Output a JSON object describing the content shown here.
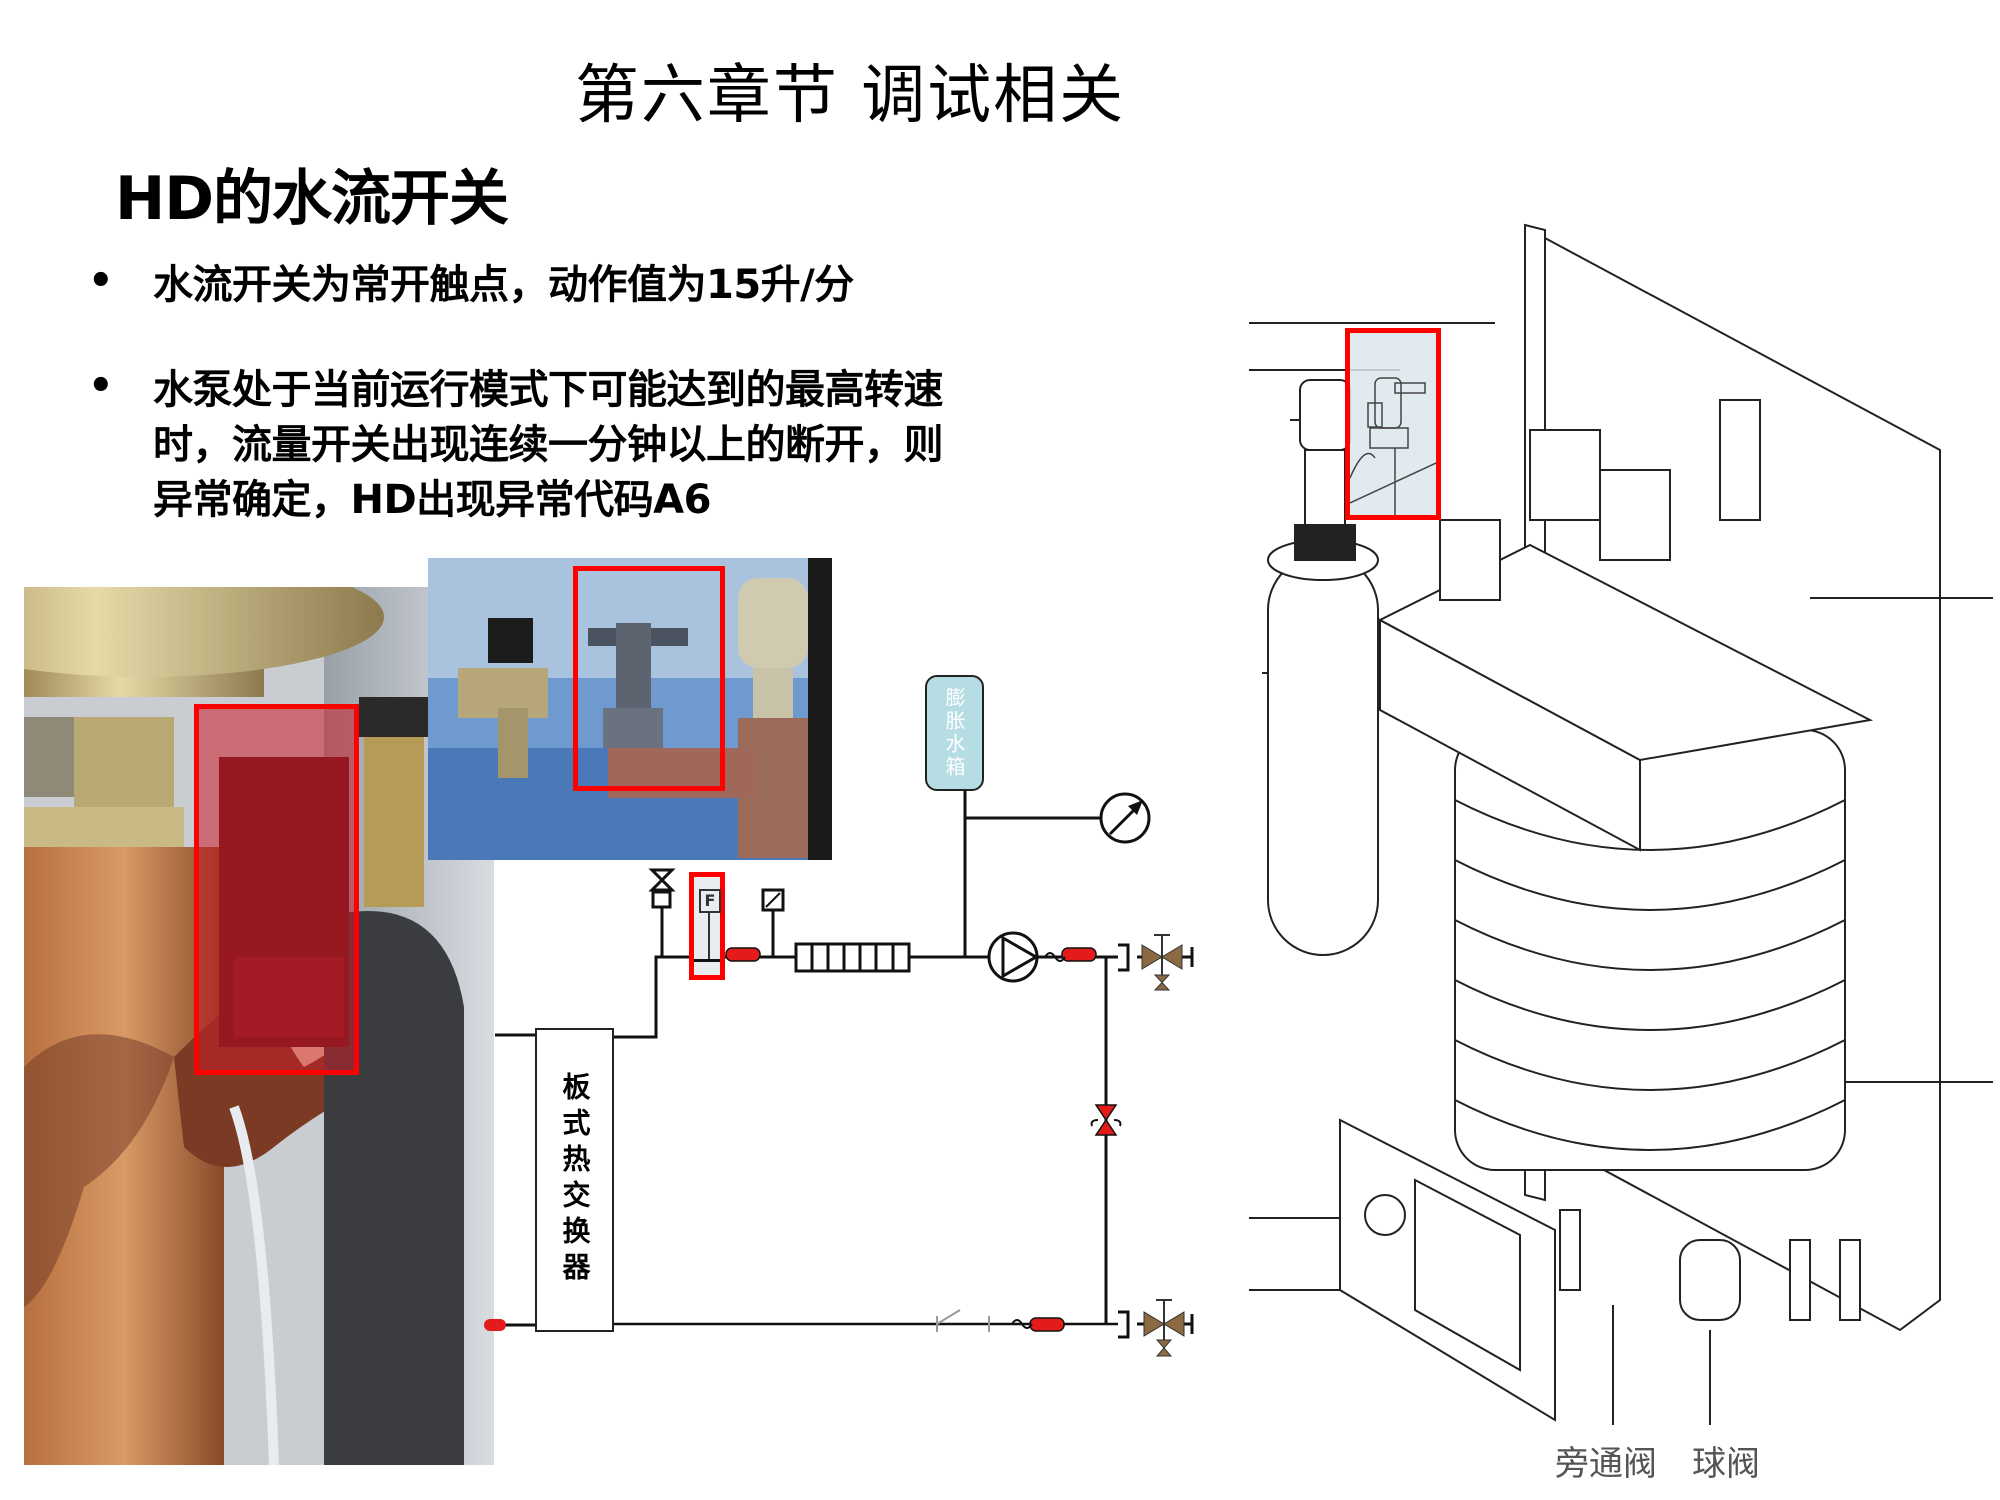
{
  "slide": {
    "title": "第六章节  调试相关",
    "subtitle": "HD的水流开关",
    "bullets": [
      {
        "marker": "•",
        "lines": [
          "水流开关为常开触点，动作值为15升/分"
        ]
      },
      {
        "marker": "•",
        "lines": [
          "水泵处于当前运行模式下可能达到的最高转速",
          "时，流量开关出现连续一分钟以上的断开，则",
          "异常确定，HD出现异常代码A6"
        ]
      }
    ]
  },
  "photos": [
    {
      "name": "flow-switch-closeup-photo",
      "highlight": "flow-switch"
    },
    {
      "name": "flow-switch-installed-photo",
      "highlight": "flow-switch"
    }
  ],
  "schematic": {
    "expansion_tank_label": "膨胀水箱",
    "heat_exchanger_label": "板式热交换器",
    "flow_switch_symbol": "F"
  },
  "unit_diagram": {
    "labels": {
      "bypass_valve": "旁通阀",
      "ball_valve": "球阀"
    }
  },
  "colors": {
    "highlight": "#ff0000",
    "tank_fill": "#b6dde3",
    "valve_brown": "#8b6a43",
    "sensor_red": "#e41b1b"
  }
}
